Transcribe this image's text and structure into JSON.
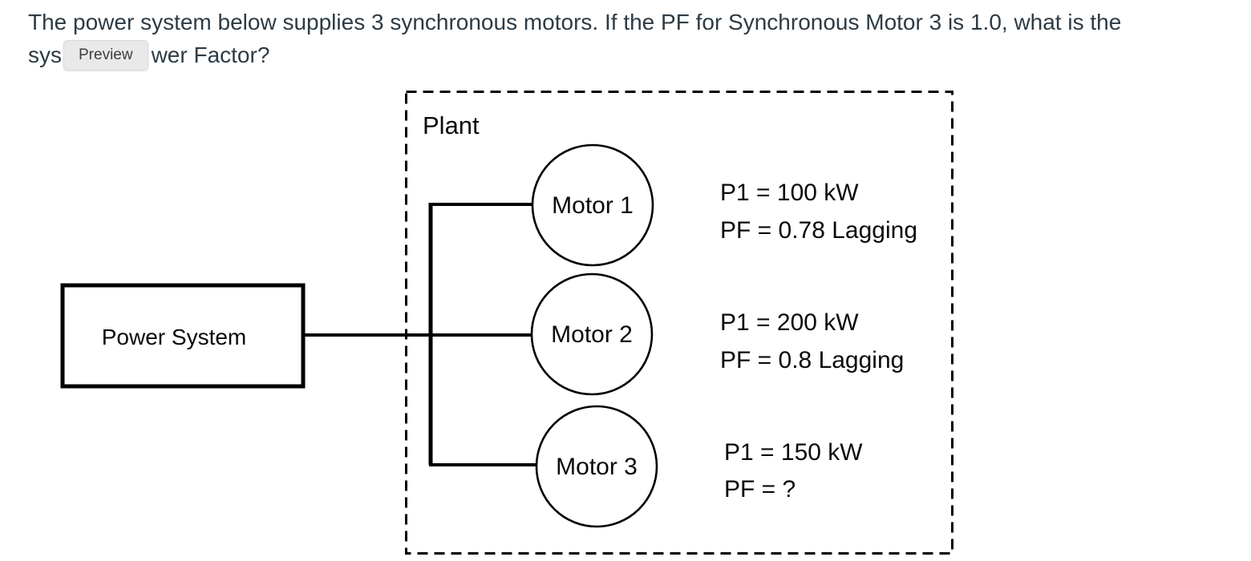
{
  "question": {
    "line1": "The power system below supplies 3 synchronous motors. If the PF for Synchronous Motor 3 is 1.0, what is the",
    "line2_visible_prefix": "sys",
    "line2_visible_suffix": "wer Factor?"
  },
  "preview_button": {
    "label": "Preview"
  },
  "diagram": {
    "plant_label": "Plant",
    "power_system_label": "Power System",
    "motors": [
      {
        "name": "Motor 1",
        "p1": "P1 = 100 kW",
        "pf": "PF = 0.78 Lagging"
      },
      {
        "name": "Motor 2",
        "p1": "P1 = 200 kW",
        "pf": "PF = 0.8 Lagging"
      },
      {
        "name": "Motor 3",
        "p1": "P1 = 150 kW",
        "pf": "PF = ?"
      }
    ]
  },
  "colors": {
    "question_text": "#2d3b45",
    "diagram_stroke": "#000000",
    "diagram_text": "#0a0a0a",
    "preview_button_bg": "#e9e9e9",
    "preview_button_text": "#3d3d3d"
  }
}
